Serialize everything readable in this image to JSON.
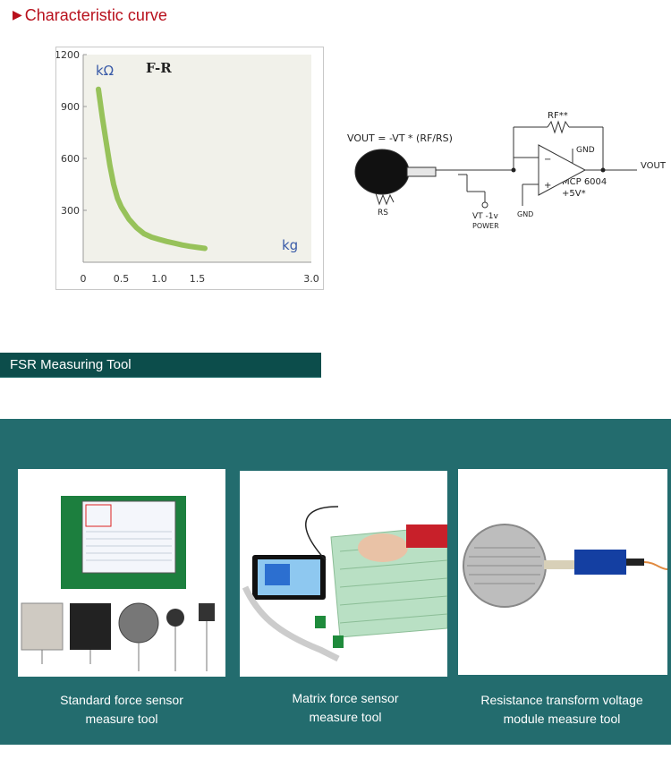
{
  "header": {
    "title": "Characteristic curve"
  },
  "chart_data": {
    "type": "line",
    "title": "F-R",
    "xlabel": "kg",
    "ylabel": "kΩ",
    "xlim": [
      0,
      3.0
    ],
    "ylim": [
      0,
      1200
    ],
    "xticks": [
      "0",
      "0.5",
      "1.0",
      "1.5",
      "3.0"
    ],
    "yticks": [
      "300",
      "600",
      "900",
      "1200"
    ],
    "grid": false,
    "series": [
      {
        "color": "#97c25a",
        "x": [
          0.2,
          0.25,
          0.3,
          0.35,
          0.4,
          0.45,
          0.5,
          0.6,
          0.7,
          0.8,
          0.9,
          1.0,
          1.1,
          1.2,
          1.3,
          1.4,
          1.5,
          1.6
        ],
        "y": [
          1000,
          840,
          700,
          560,
          450,
          370,
          320,
          250,
          200,
          165,
          145,
          132,
          120,
          110,
          100,
          92,
          86,
          80
        ]
      }
    ]
  },
  "circuit": {
    "formula_label": "VOUT = -VT * (RF/RS)",
    "rf_label": "RF**",
    "gnd_top": "GND",
    "chip": "MCP 6004",
    "supply": "+5V*",
    "vout": "VOUT",
    "rs_label": "RS",
    "vt_label": "VT -1v",
    "power_label": "POWER",
    "gnd_bottom": "GND"
  },
  "section": {
    "title": "FSR Measuring Tool"
  },
  "cards": [
    {
      "caption_line1": "Standard force sensor",
      "caption_line2": "measure tool"
    },
    {
      "caption_line1": "Matrix force sensor",
      "caption_line2": "measure tool"
    },
    {
      "caption_line1": "Resistance transform voltage",
      "caption_line2": "module measure tool"
    }
  ]
}
